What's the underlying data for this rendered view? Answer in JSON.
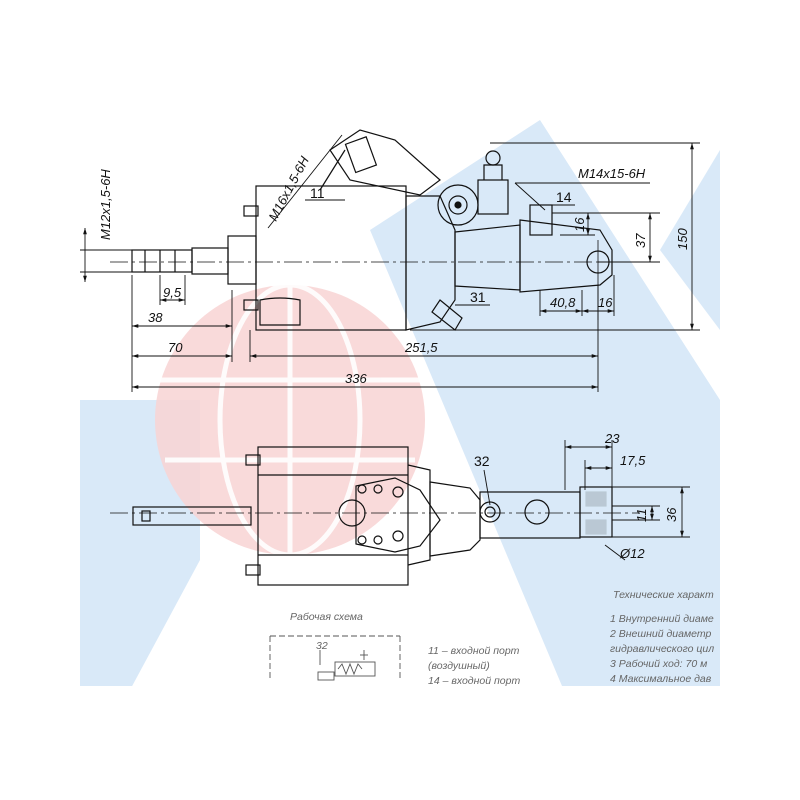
{
  "colors": {
    "background": "#ffffff",
    "watermark_blue": "#d9e9f8",
    "watermark_red": "#f6b5b5",
    "watermark_red_fill": "#f8d3d3",
    "line": "#111111",
    "note_text": "#666666"
  },
  "drawing": {
    "dimensions": {
      "thread_top_1": "M16x1,5-6H",
      "thread_top_2": "M14x15-6H",
      "thread_left": "M12x1,5-6H",
      "d_9_5": "9,5",
      "d_38": "38",
      "d_70": "70",
      "d_251_5": "251,5",
      "d_336": "336",
      "d_40_8": "40,8",
      "d_16a": "16",
      "d_16b": "16",
      "d_37": "37",
      "d_150": "150",
      "d_23": "23",
      "d_17_5": "17,5",
      "d_11": "11",
      "d_36": "36",
      "d_phi12": "Ø12"
    },
    "callouts": {
      "port_11": "11",
      "port_14": "14",
      "port_31": "31",
      "port_32": "32"
    },
    "scheme": {
      "title": "Рабочая схема",
      "label_32": "32",
      "port_11_line1": "11 – входной порт",
      "port_11_line2": "(воздушный)",
      "port_14_line": "14 – входной порт"
    },
    "specs": {
      "title": "Технические характ",
      "line1": "1  Внутренний диаме",
      "line2": "2  Внешний диаметр",
      "line3": "гидравлического цил",
      "line4": "3  Рабочий ход: 70 м",
      "line5": "4  Максимальное дав"
    }
  }
}
